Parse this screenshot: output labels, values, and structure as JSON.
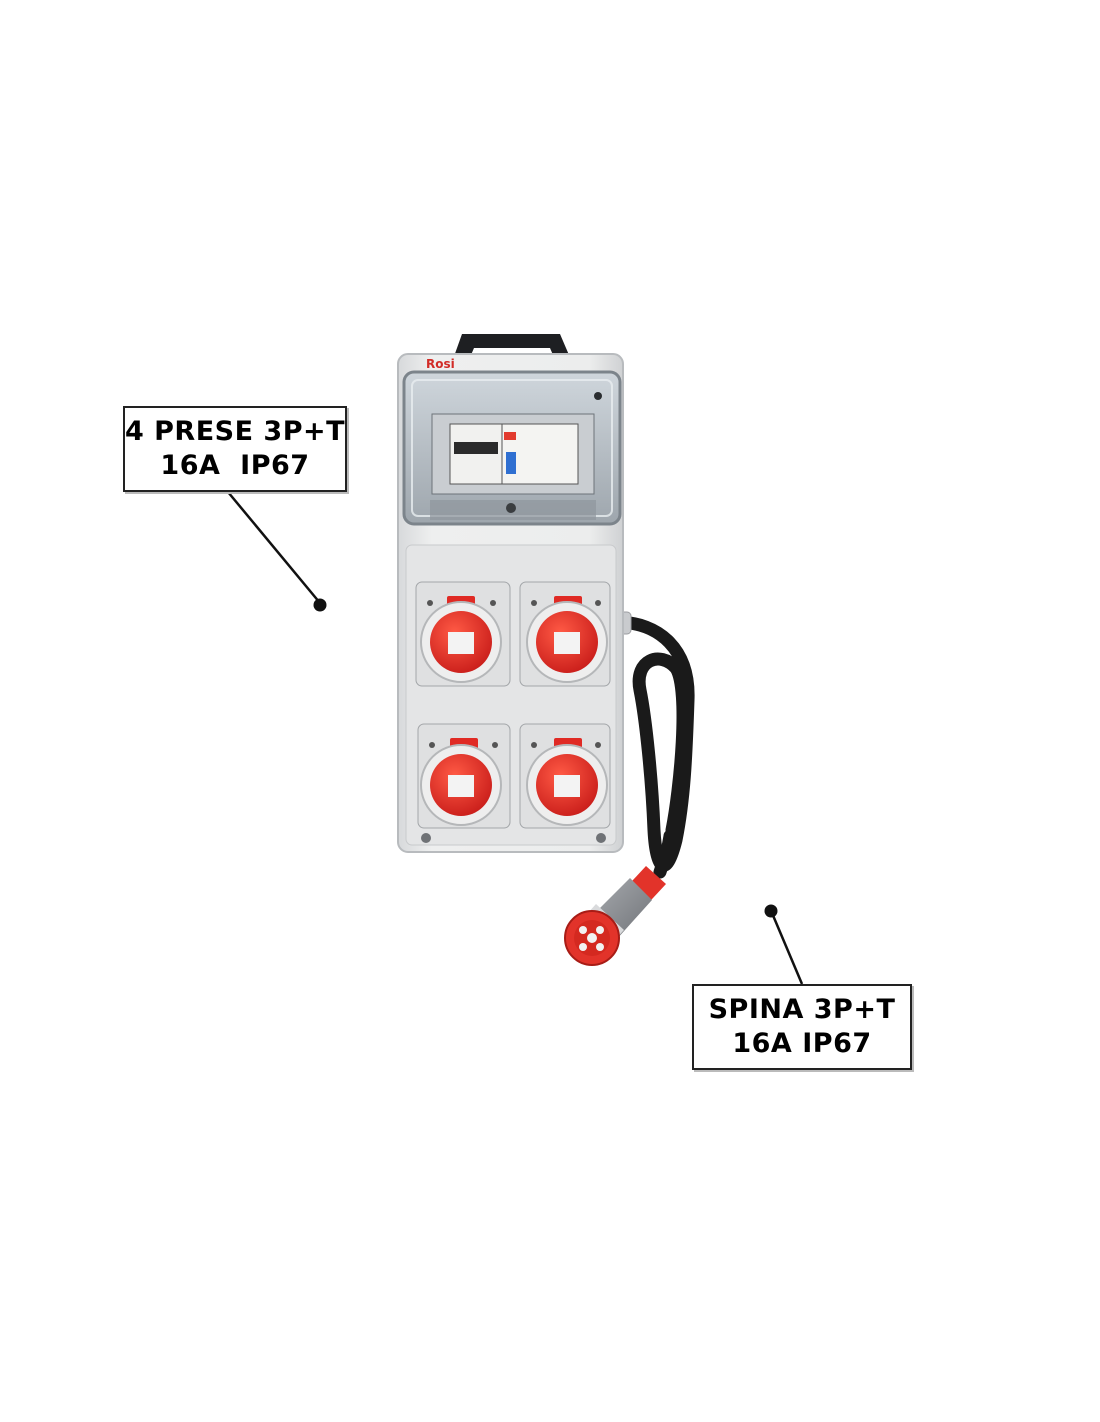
{
  "product": {
    "brand_mark": "Rosi"
  },
  "callouts": {
    "sockets": {
      "line1": "4 PRESE 3P+T",
      "line2": "16A  IP67"
    },
    "plug": {
      "line1": "SPINA 3P+T",
      "line2": "16A IP67"
    }
  },
  "colors": {
    "background": "#ffffff",
    "enclosure": "#e9eaeb",
    "socket_red": "#e22a26",
    "cable": "#1a1a1a",
    "plug_grey": "#8b8e93"
  }
}
